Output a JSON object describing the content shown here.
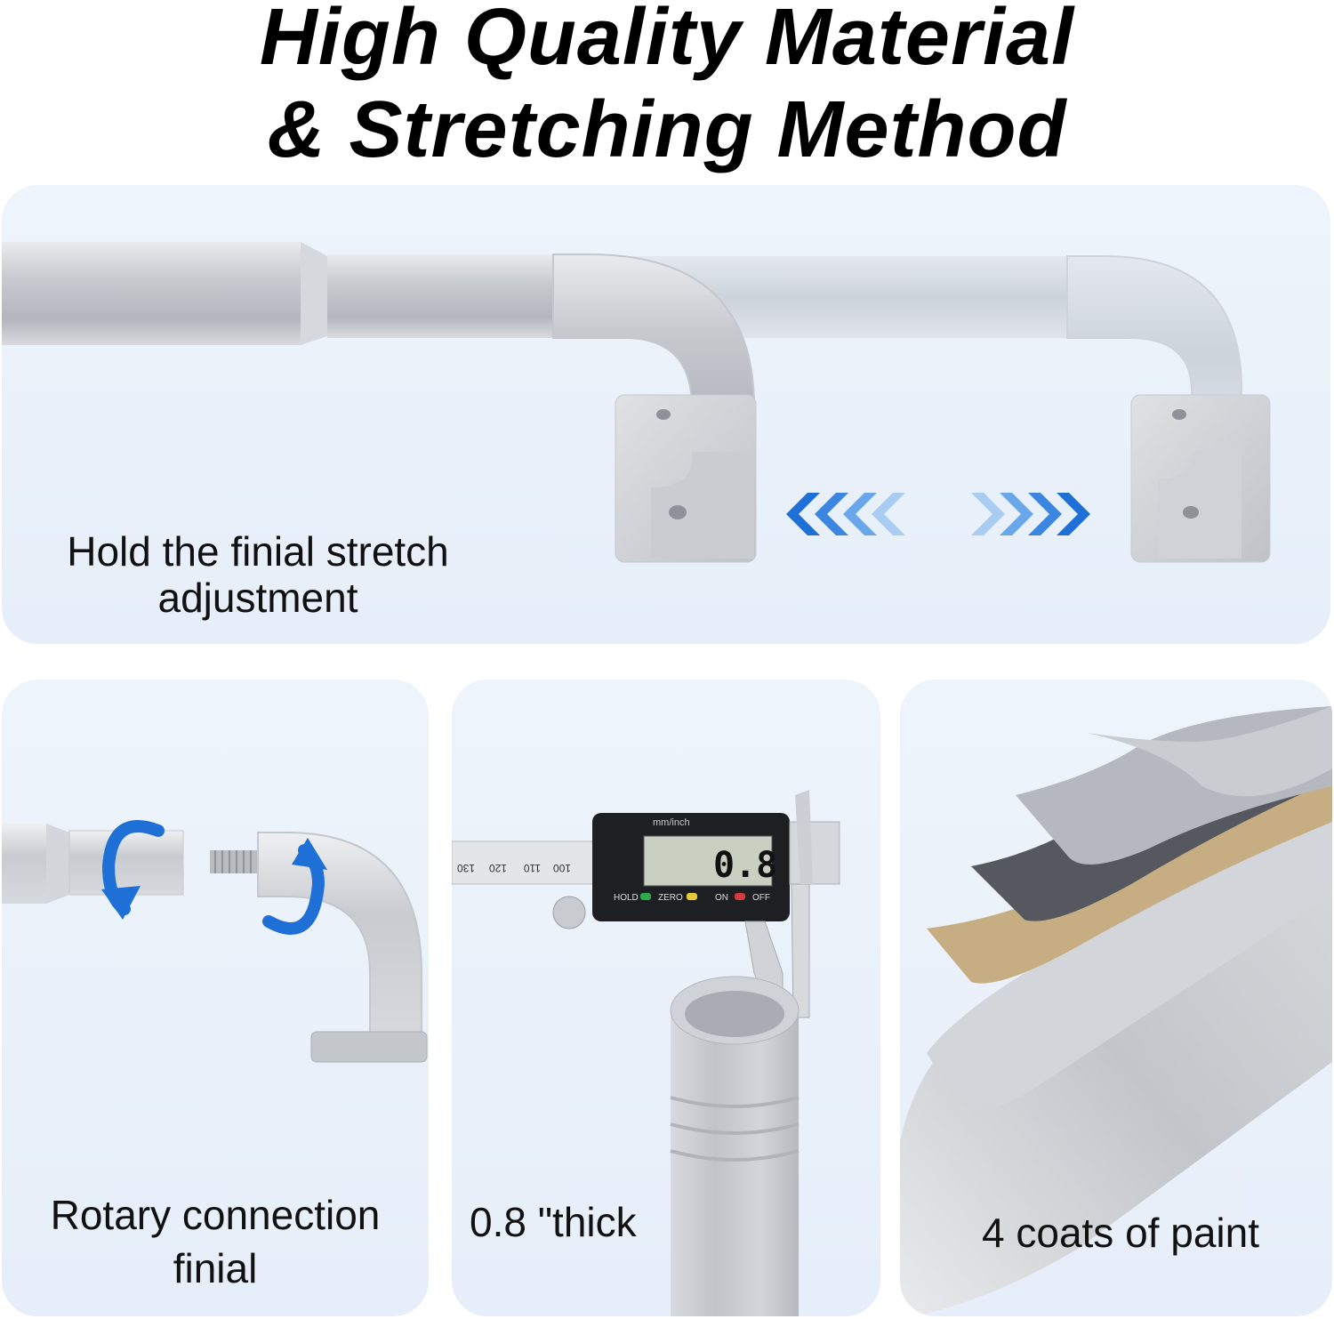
{
  "header": {
    "title_line1": "High Quality Material",
    "title_line2": "& Stretching Method"
  },
  "panels": {
    "stretch": {
      "caption_line1": "Hold the finial stretch",
      "caption_line2": "adjustment"
    },
    "rotary": {
      "caption_line1": "Rotary connection",
      "caption_line2": "finial"
    },
    "thickness": {
      "caption": "0.8 \"thick",
      "caliper_reading": "0.8",
      "caliper_label": "mm/inch",
      "caliper_buttons": [
        "HOLD",
        "ZERO",
        "ON",
        "OFF"
      ],
      "scale_numbers": [
        "130",
        "120",
        "110",
        "100"
      ]
    },
    "coating": {
      "caption": "4 coats of paint"
    }
  },
  "colors": {
    "arrow_blue": "#1e6fd6",
    "arrow_light": "#9cc8f0",
    "metal": "#c9ccd1",
    "panel_bg": "#e9f1fb"
  }
}
